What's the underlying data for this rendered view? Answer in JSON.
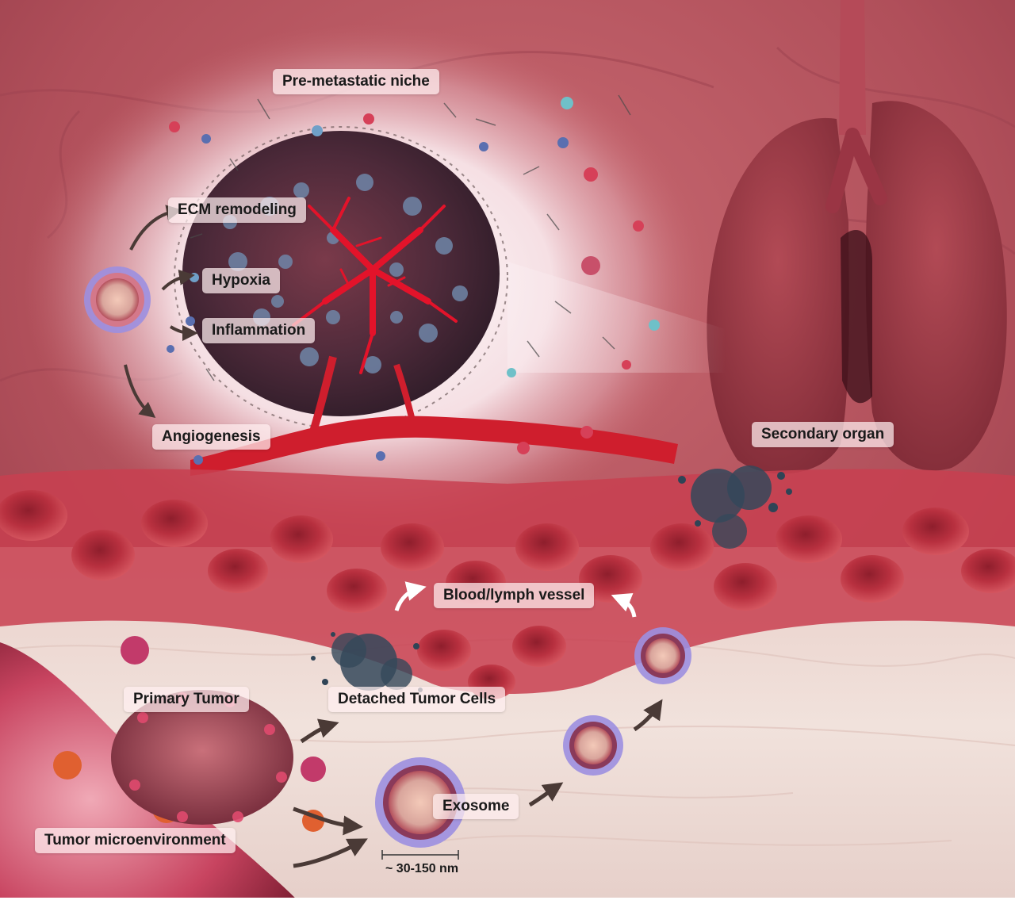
{
  "labels": {
    "pre_metastatic_niche": "Pre-metastatic niche",
    "ecm_remodeling": "ECM remodeling",
    "hypoxia": "Hypoxia",
    "inflammation": "Inflammation",
    "angiogenesis": "Angiogenesis",
    "secondary_organ": "Secondary organ",
    "blood_lymph_vessel": "Blood/lymph vessel",
    "primary_tumor": "Primary Tumor",
    "detached_tumor_cells": "Detached Tumor Cells",
    "exosome": "Exosome",
    "tumor_microenvironment": "Tumor microenvironment",
    "exosome_size": "~ 30-150 nm"
  },
  "colors": {
    "background": "#b5565f",
    "tissue": "#ecd9d3",
    "blood_cell": "#b52a3a",
    "vessel": "#d41a2a",
    "exosome_membrane": "#8a7fd0",
    "arrow": "#4a3a36",
    "arrow_white": "#ffffff"
  }
}
